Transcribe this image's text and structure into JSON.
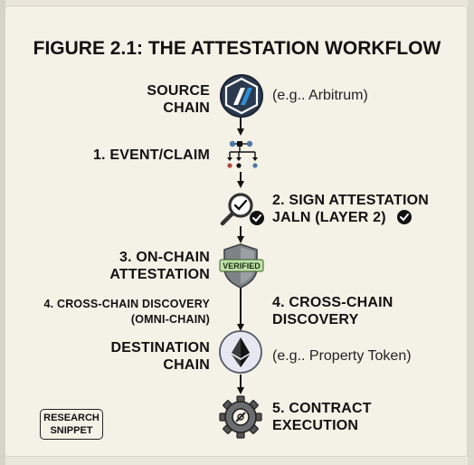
{
  "title": "FIGURE 2.1: THE ATTESTATION WORKFLOW",
  "steps": {
    "source_chain": {
      "line1": "SOURCE",
      "line2": "CHAIN",
      "note": "(e.g.. Arbitrum)"
    },
    "event_claim": {
      "label": "1. EVENT/CLAIM"
    },
    "sign_attestation": {
      "line1": "2. SIGN ATTESTATION",
      "line2": "JALN (LAYER 2)"
    },
    "on_chain_attestation": {
      "line1": "3. ON-CHAIN",
      "line2": "ATTESTATION",
      "badge": "VERIFIED"
    },
    "cross_chain_left": {
      "line1": "4. CROSS-CHAIN DISCOVERY",
      "line2": "(OMNI-CHAIN)"
    },
    "cross_chain_right": {
      "line1": "4. CROSS-CHAIN",
      "line2": "DISCOVERY"
    },
    "destination_chain": {
      "line1": "DESTINATION",
      "line2": "CHAIN",
      "note": "(e.g.. Property Token)"
    },
    "contract_execution": {
      "line1": "5. CONTRACT",
      "line2": "EXECUTION"
    }
  },
  "research_badge": {
    "line1": "RESEARCH",
    "line2": "SNIPPET"
  },
  "colors": {
    "background": "#f4f1e6",
    "ink": "#111111",
    "arbitrum_dark": "#2c3a4f",
    "arbitrum_blue": "#2f8fd6",
    "shield_gray": "#7d8487",
    "verified_green": "#bfe3a8",
    "eth_circle": "#e6e7f1"
  },
  "icons": {
    "source": "arbitrum-logo-icon",
    "event": "flow-nodes-icon",
    "sign": "magnifier-check-icon",
    "onchain": "shield-icon",
    "destination": "ethereum-logo-icon",
    "execution": "gear-icon"
  }
}
